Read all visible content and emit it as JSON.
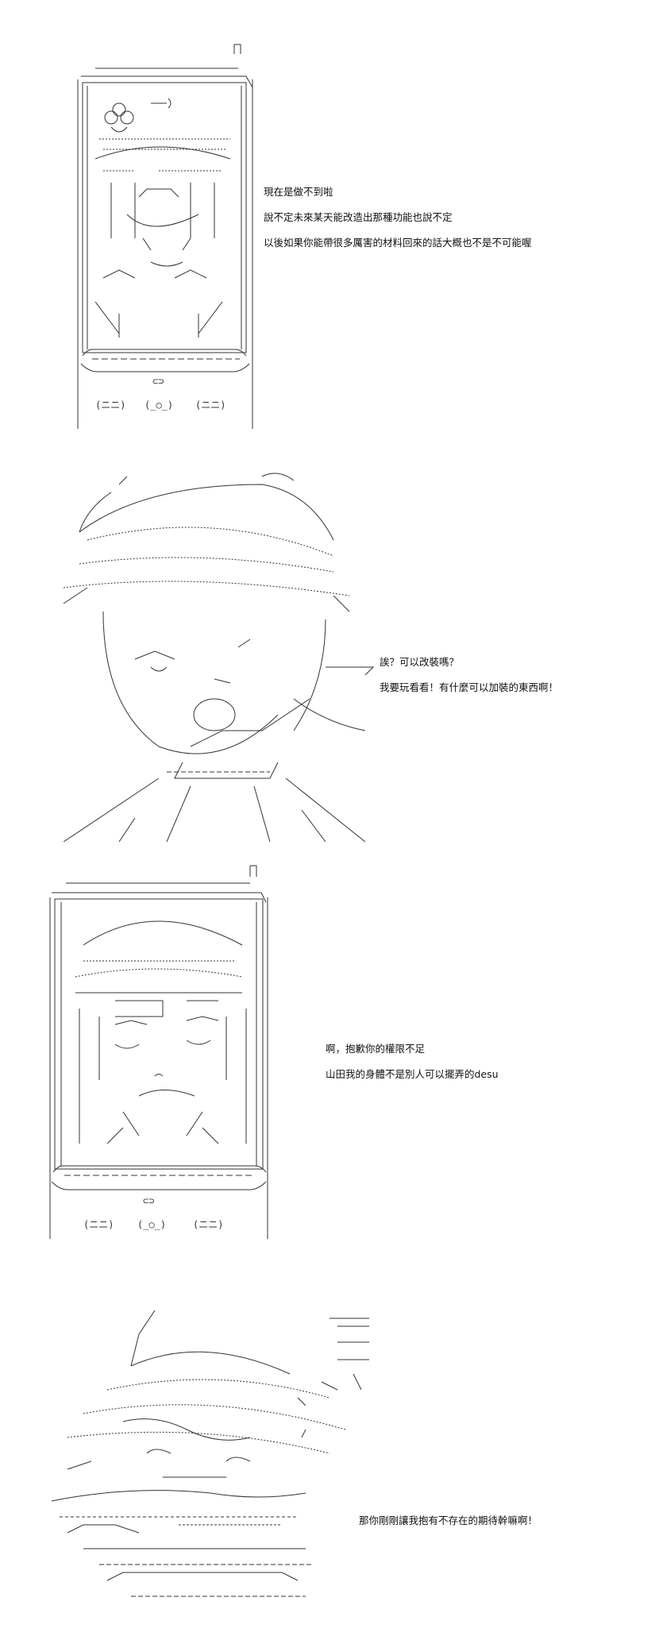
{
  "panels": [
    {
      "id": "p1",
      "lines": [
        "現在是做不到啦",
        "說不定未來某天能改造出那種功能也說不定",
        "以後如果你能帶很多厲害的材料回來的話大概也不是不可能喔"
      ]
    },
    {
      "id": "p2",
      "lines": [
        "誒？可以改裝嗎？",
        "我要玩看看！有什麼可以加裝的東西啊！"
      ]
    },
    {
      "id": "p3",
      "lines": [
        "啊，抱歉你的權限不足",
        "山田我的身體不是別人可以擺弄的desu"
      ]
    },
    {
      "id": "p4",
      "lines": [
        "那你剛剛讓我抱有不存在的期待幹嘛啊！"
      ]
    }
  ],
  "art": {
    "p1": "phone-with-character-ascii-art",
    "p2": "girl-looking-up-ascii-art",
    "p3": "phone-with-character-ascii-art",
    "p4": "girl-lying-down-ascii-art"
  }
}
